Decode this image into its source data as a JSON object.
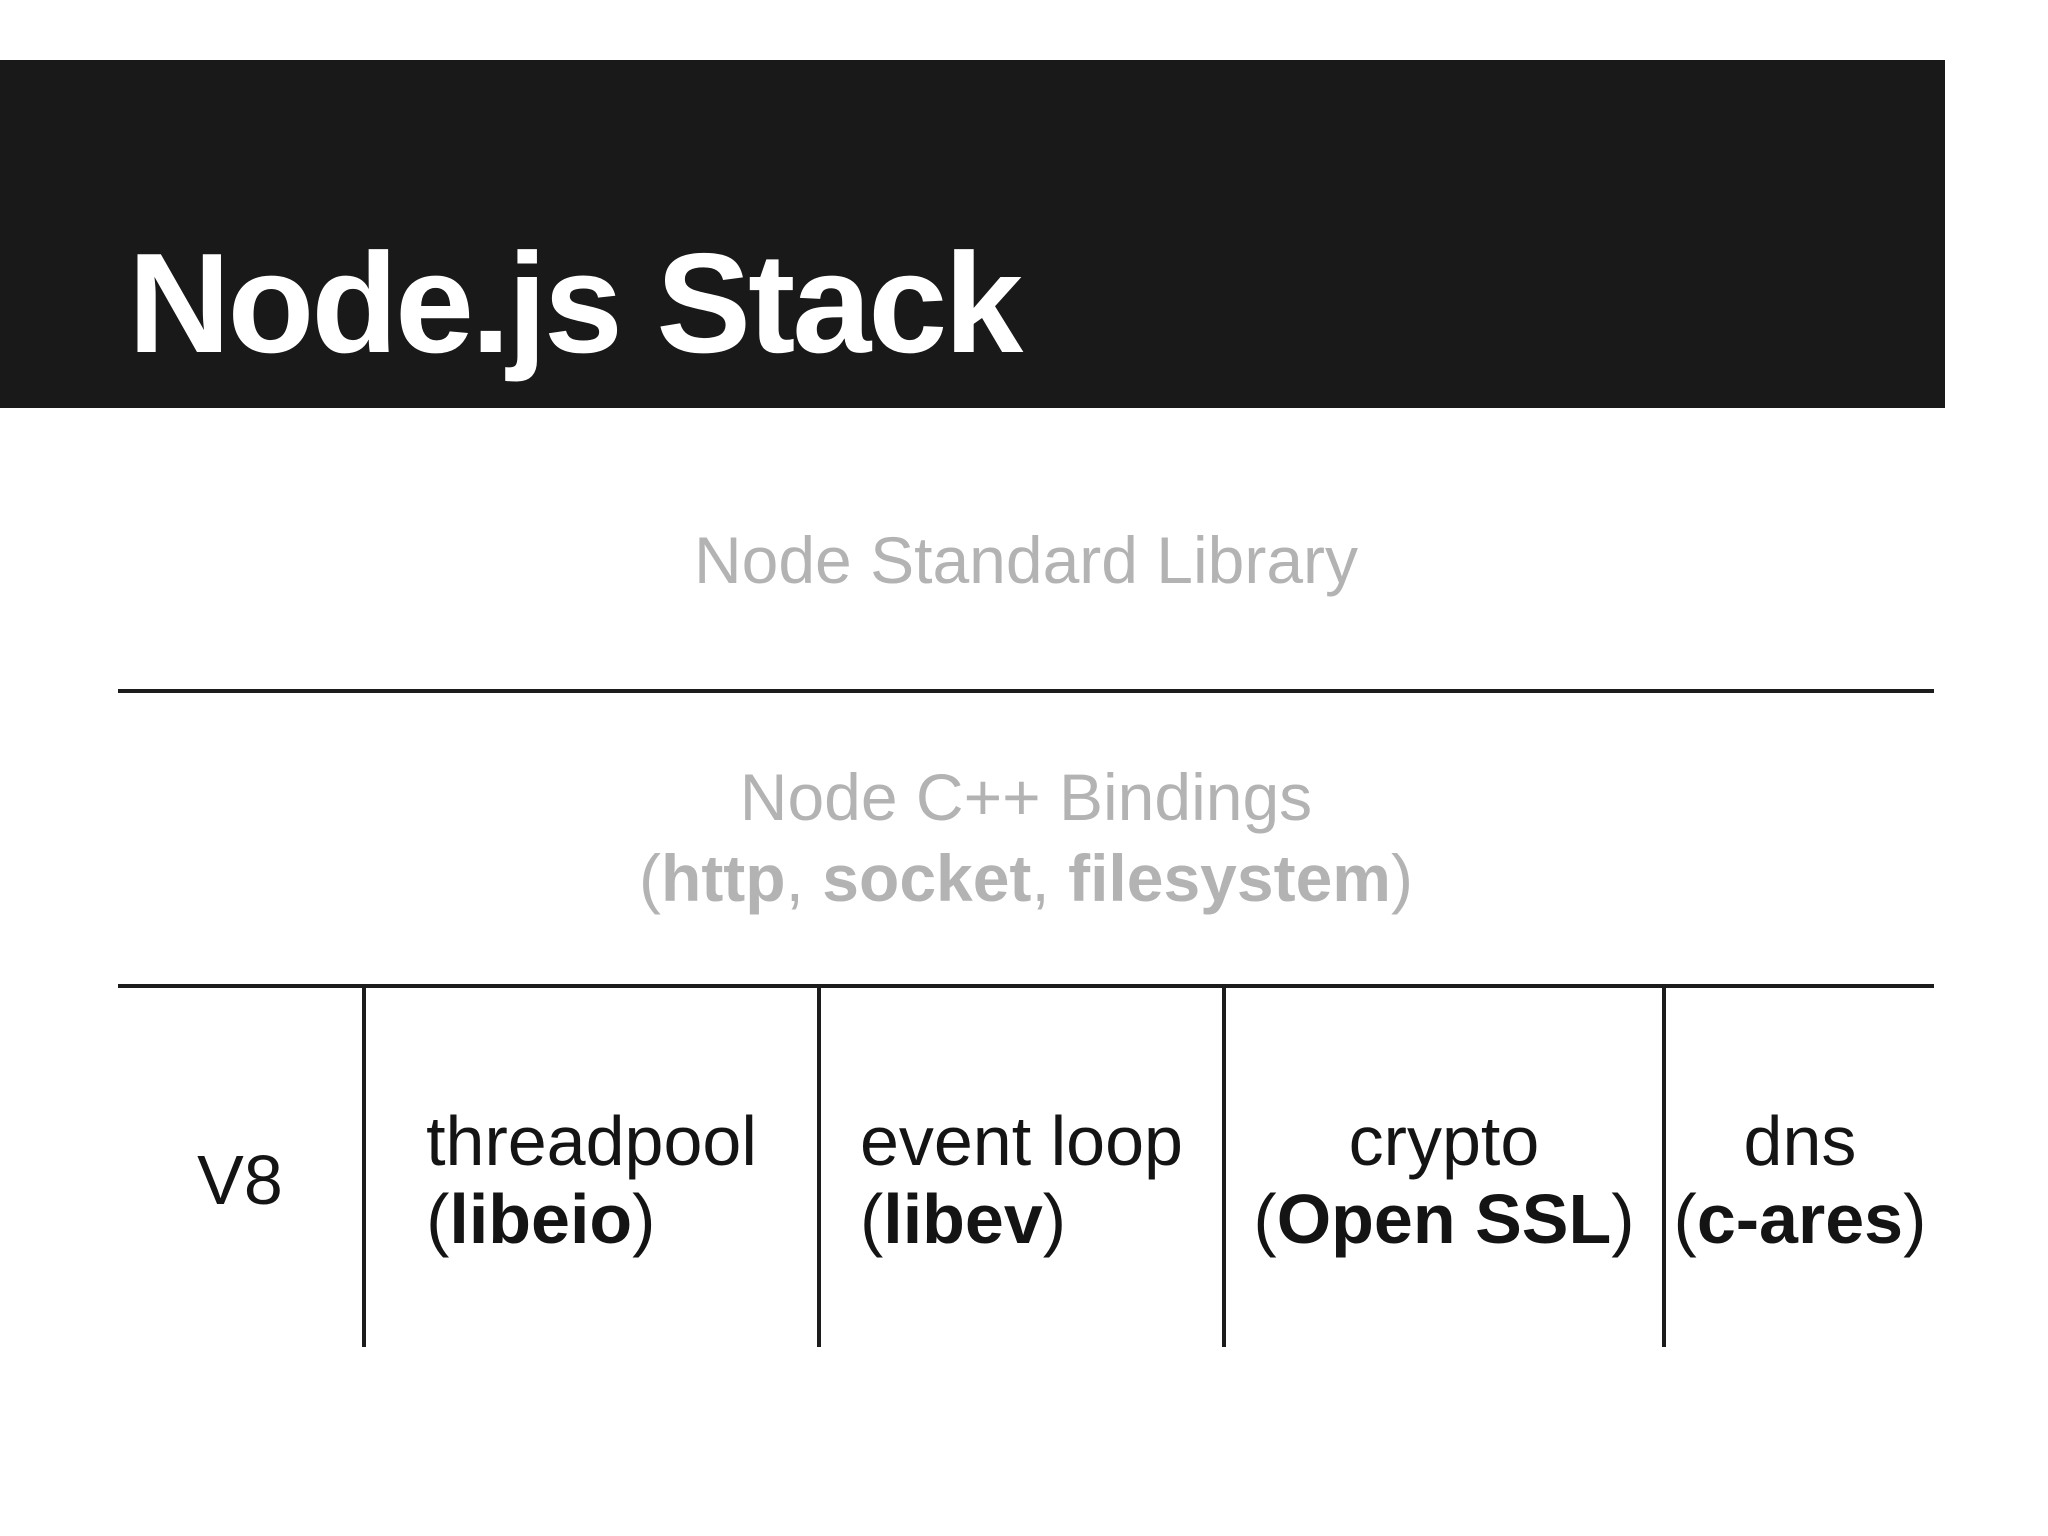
{
  "slide": {
    "header": {
      "title": "Node.js Stack"
    },
    "layers": {
      "stdlib": {
        "heading": "Node Standard Library"
      },
      "bindings": {
        "heading": "Node C++ Bindings",
        "detail_segments": [
          {
            "text": "(",
            "bold": false
          },
          {
            "text": "http",
            "bold": true
          },
          {
            "text": ", ",
            "bold": false
          },
          {
            "text": "socket",
            "bold": true
          },
          {
            "text": ", ",
            "bold": false
          },
          {
            "text": "filesystem",
            "bold": true
          },
          {
            "text": ")",
            "bold": false
          }
        ]
      }
    },
    "components": [
      {
        "name": "V8",
        "sub_segments": []
      },
      {
        "name": "threadpool",
        "sub_segments": [
          {
            "text": "(",
            "bold": false
          },
          {
            "text": "libeio",
            "bold": true
          },
          {
            "text": ")",
            "bold": false
          }
        ]
      },
      {
        "name": "event loop",
        "sub_segments": [
          {
            "text": "(",
            "bold": false
          },
          {
            "text": "libev",
            "bold": true
          },
          {
            "text": ")",
            "bold": false
          }
        ]
      },
      {
        "name": "crypto",
        "sub_segments": [
          {
            "text": "(",
            "bold": false
          },
          {
            "text": "Open SSL",
            "bold": true
          },
          {
            "text": ")",
            "bold": false
          }
        ]
      },
      {
        "name": "dns",
        "sub_segments": [
          {
            "text": "(",
            "bold": false
          },
          {
            "text": "c-ares",
            "bold": true
          },
          {
            "text": ")",
            "bold": false
          }
        ]
      }
    ],
    "colors": {
      "header_bg": "#191919",
      "header_text": "#ffffff",
      "muted_text": "#b3b3b3",
      "body_text": "#141414",
      "rule": "#1c1c1c",
      "page_bg": "#ffffff"
    }
  }
}
